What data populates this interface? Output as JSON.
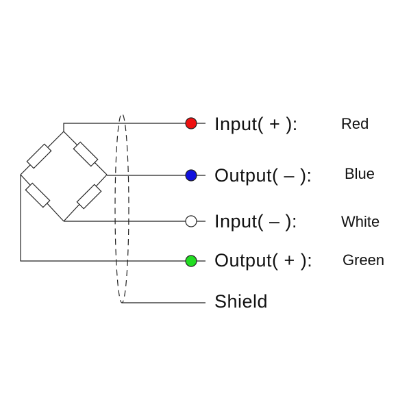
{
  "wires": [
    {
      "label": "Input( + ):",
      "color_name": "Red",
      "dot_color": "#ee1111"
    },
    {
      "label": "Output( – ):",
      "color_name": "Blue",
      "dot_color": "#1111dd"
    },
    {
      "label": "Input( – ):",
      "color_name": "White",
      "dot_color": "#ffffff"
    },
    {
      "label": "Output( + ):",
      "color_name": "Green",
      "dot_color": "#22dd22"
    }
  ],
  "shield": {
    "label": "Shield"
  },
  "line_color": "#222222"
}
